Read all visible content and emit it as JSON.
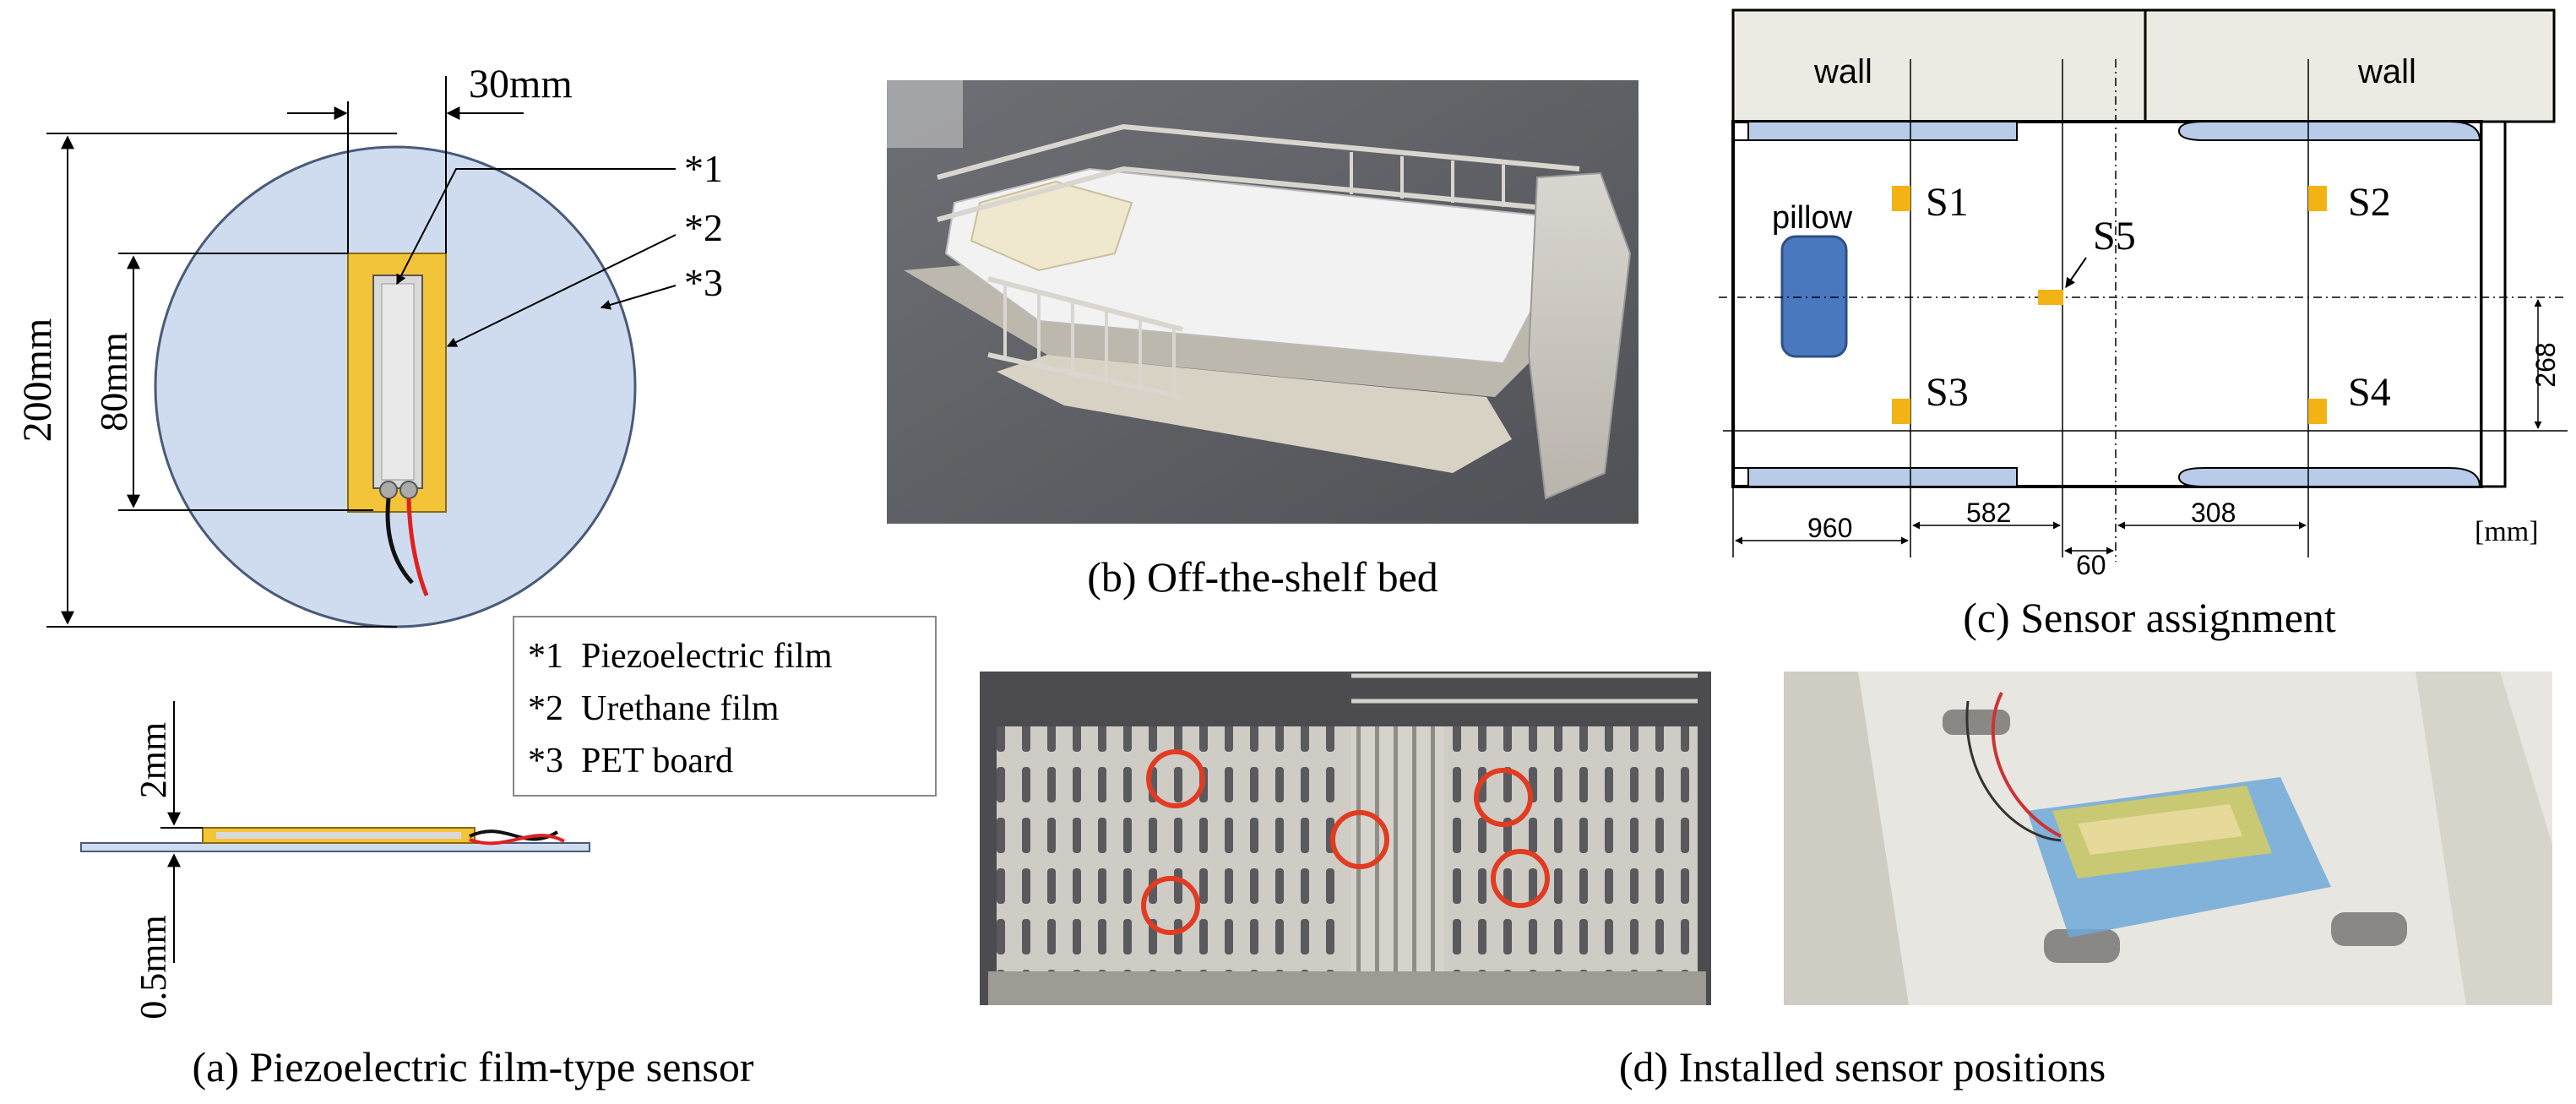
{
  "panel_a": {
    "caption": "(a) Piezoelectric film-type sensor",
    "dim_width": "30mm",
    "dim_height_outer": "200mm",
    "dim_height_inner": "80mm",
    "dim_thickness_top": "2mm",
    "dim_thickness_bottom": "0.5mm",
    "callouts": [
      "*1",
      "*2",
      "*3"
    ],
    "legend": [
      "*1  Piezoelectric film",
      "*2  Urethane film",
      "*3  PET board"
    ]
  },
  "panel_b": {
    "caption": "(b) Off-the-shelf bed"
  },
  "panel_c": {
    "caption": "(c) Sensor assignment",
    "wall_left": "wall",
    "wall_right": "wall",
    "pillow": "pillow",
    "sensors": [
      "S1",
      "S2",
      "S3",
      "S4",
      "S5"
    ],
    "dims": [
      "960",
      "582",
      "60",
      "308",
      "268"
    ],
    "unit": "[mm]"
  },
  "panel_d": {
    "caption": "(d) Installed sensor positions"
  },
  "colors": {
    "pet_board": "#cfdcef",
    "urethane": "#f3c33a",
    "film": "#d9d9d9",
    "sensor_marker": "#f4b315",
    "pillow": "#4a78bf",
    "rail": "#b8cbe8",
    "highlight_circle": "#e23b22"
  }
}
